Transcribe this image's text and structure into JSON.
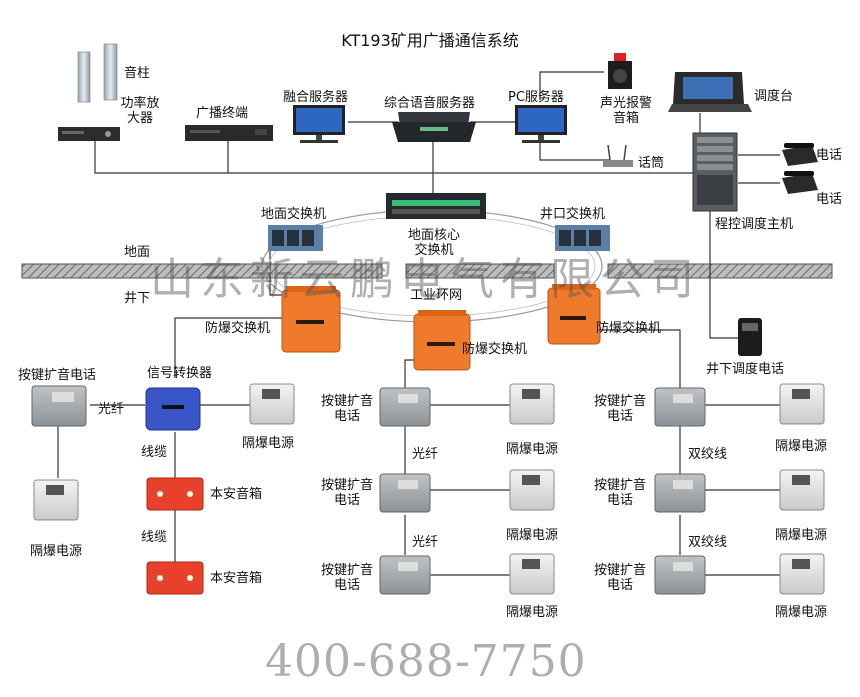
{
  "title": "KT193矿用广播通信系统",
  "watermark": "山东新云鹏电气有限公司",
  "phone": "400-688-7750",
  "labels": {
    "speaker_column": "音柱",
    "amplifier": "功率放\n大器",
    "broadcast_terminal": "广播终端",
    "fusion_server": "融合服务器",
    "voice_server": "综合语音服务器",
    "pc_server": "PC服务器",
    "alarm_box": "声光报警\n音箱",
    "dispatch_console": "调度台",
    "microphone": "话筒",
    "phone_1": "电话",
    "phone_2": "电话",
    "pbx_host": "程控调度主机",
    "ground_switch": "地面交换机",
    "core_switch": "地面核心\n交换机",
    "shaft_switch": "井口交换机",
    "ground": "地面",
    "underground": "井下",
    "ring_net": "工业环网",
    "ex_switch_left": "防爆交换机",
    "ex_switch_mid": "防爆交换机",
    "ex_switch_right": "防爆交换机",
    "underground_dispatch_phone": "井下调度电话",
    "key_phone_top_left": "按键扩音电话",
    "signal_converter": "信号转换器",
    "fiber_left": "光纤",
    "ex_power_left_top": "隔爆电源",
    "cable_1": "线缆",
    "safe_box_1": "本安音箱",
    "ex_power_left_bottom": "隔爆电源",
    "cable_2": "线缆",
    "safe_box_2": "本安音箱",
    "mid_phone_1": "按键扩音\n电话",
    "mid_power_1": "隔爆电源",
    "mid_fiber_1": "光纤",
    "mid_phone_2": "按键扩音\n电话",
    "mid_power_2": "隔爆电源",
    "mid_fiber_2": "光纤",
    "mid_phone_3": "按键扩音\n电话",
    "mid_power_3": "隔爆电源",
    "right_phone_1": "按键扩音\n电话",
    "right_power_1": "隔爆电源",
    "right_twisted_1": "双绞线",
    "right_phone_2": "按键扩音\n电话",
    "right_power_2": "隔爆电源",
    "right_twisted_2": "双绞线",
    "right_phone_3": "按键扩音\n电话",
    "right_power_3": "隔爆电源"
  },
  "colors": {
    "ex_orange": "#f07a2c",
    "safe_red": "#e8412b",
    "converter_blue": "#3a55c8",
    "ground_bar": "#8e8e8e",
    "line": "#333333",
    "server_dark": "#2b2f36",
    "monitor_blue": "#2e66c4"
  }
}
